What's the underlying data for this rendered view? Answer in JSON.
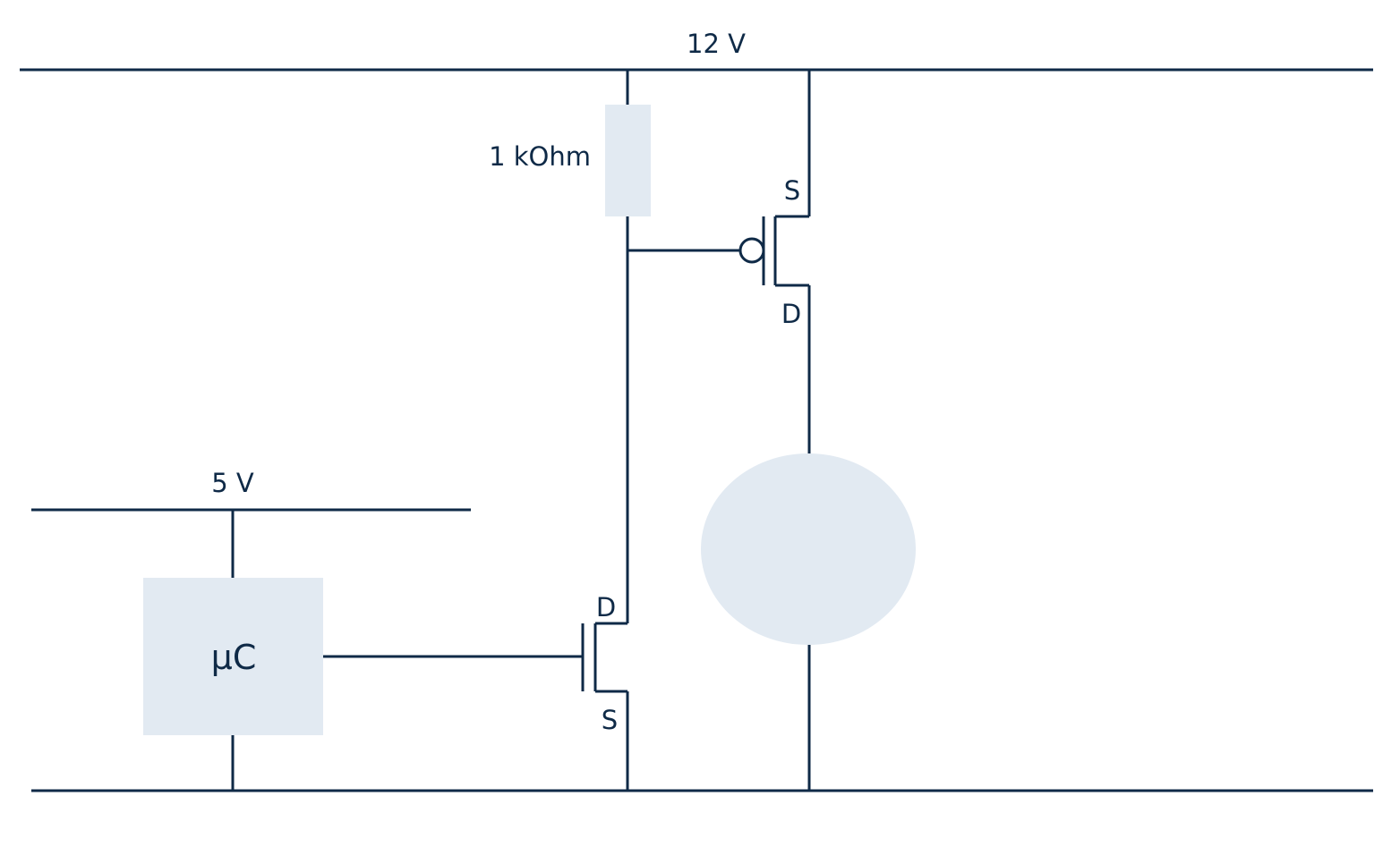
{
  "rails": {
    "supply_12v_label": "12 V",
    "supply_5v_label": "5 V"
  },
  "resistor": {
    "label": "1 kOhm"
  },
  "microcontroller": {
    "label": "μC"
  },
  "pmos": {
    "source_label": "S",
    "drain_label": "D"
  },
  "nmos": {
    "drain_label": "D",
    "source_label": "S"
  },
  "colors": {
    "wire": "#0f2a47",
    "component_fill": "#e2eaf2",
    "background": "#ffffff"
  }
}
